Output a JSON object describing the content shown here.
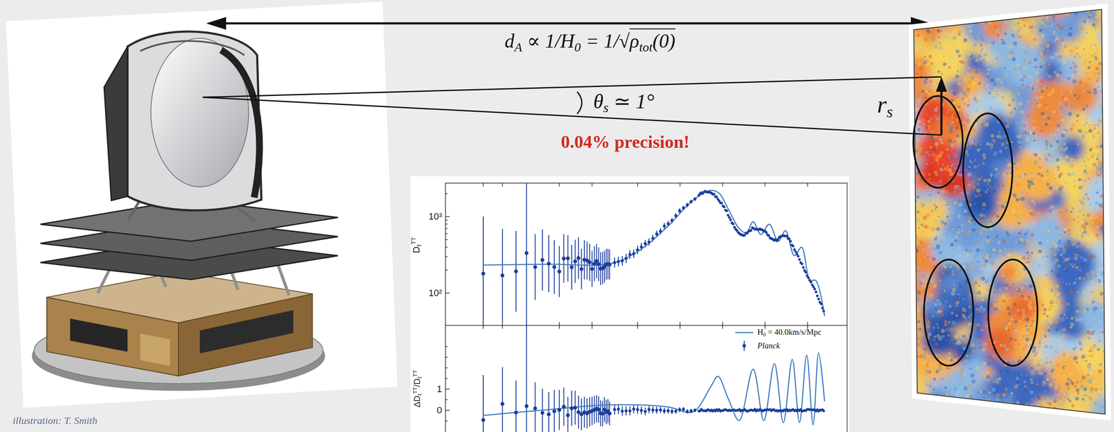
{
  "diagram": {
    "labels": [
      "dA ∝ 1/H0 = 1/√ρtot(0)",
      "θs ≃ 1°",
      "0.04% precision!",
      "rs",
      "10³",
      "10²",
      "DℓTT",
      "1",
      "0",
      "ΔDℓTT/DℓTT",
      "illustration: T. Smith"
    ],
    "legend": [
      {
        "text": "H0 = 40.0km/s/Mpc"
      },
      {
        "text": "Planck"
      }
    ]
  }
}
